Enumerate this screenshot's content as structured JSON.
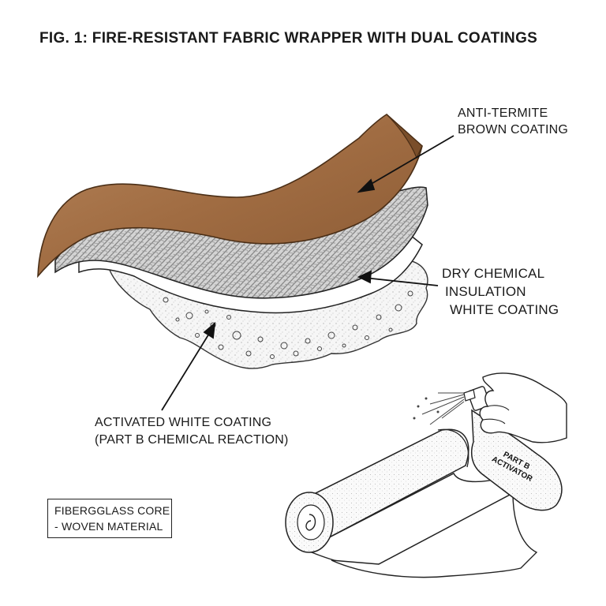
{
  "title": "FIG. 1: FIRE-RESISTANT FABRIC WRAPPER WITH DUAL COATINGS",
  "labels": {
    "anti_termite": [
      "ANTI-TERMITE",
      "BROWN COATING"
    ],
    "dry_chemical": [
      "DRY CHEMICAL",
      "INSULATION",
      "WHITE COATING"
    ],
    "activated": [
      "ACTIVATED WHITE COATING",
      "(PART B CHEMICAL REACTION)"
    ],
    "core": [
      "FIBERGGLASS CORE",
      "- WOVEN MATERIAL"
    ],
    "bottle": [
      "PART B",
      "ACTIVATOR"
    ]
  },
  "colors": {
    "brown_coating": "#a8744a",
    "brown_edge": "#6b4424",
    "weave_base": "#cfcfcf",
    "white_coating": "#ffffff",
    "stroke": "#222222"
  }
}
